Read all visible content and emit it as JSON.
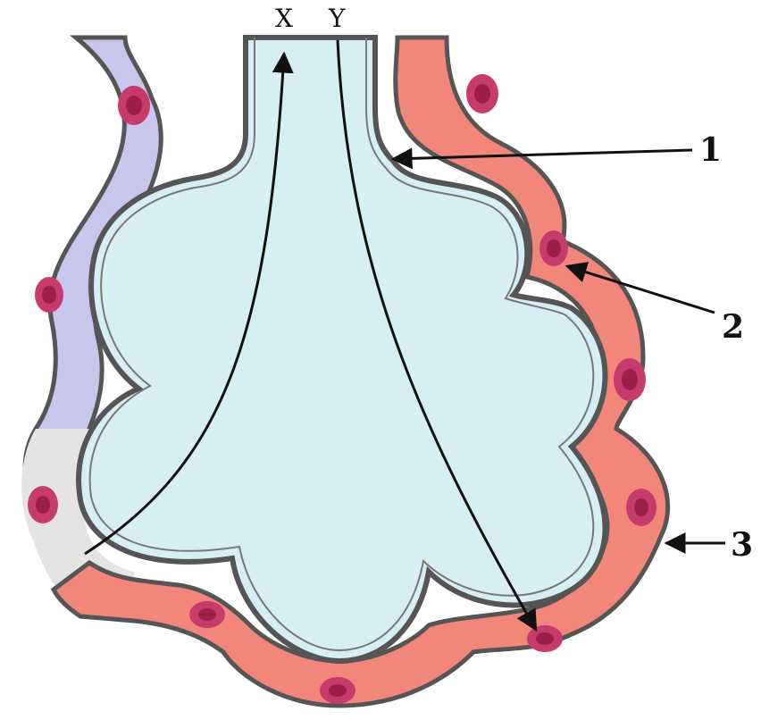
{
  "flow_labels": {
    "x": "X",
    "y": "Y"
  },
  "callouts": [
    {
      "id": "1",
      "text": "1"
    },
    {
      "id": "2",
      "text": "2"
    },
    {
      "id": "3",
      "text": "3"
    }
  ],
  "colors": {
    "alveolus_fill": "#d6eef4",
    "wall_stroke": "#555555",
    "deoxygenated_vessel": "#c9c6ee",
    "oxygenated_vessel": "#f2867a",
    "transition_vessel": "#e4e2e2",
    "red_cell": "#c73a6c",
    "red_cell_core": "#9b1f4a"
  },
  "icons": {
    "flow_arrow": "arrow-head-icon",
    "callout_arrow": "pointer-arrow-icon"
  }
}
